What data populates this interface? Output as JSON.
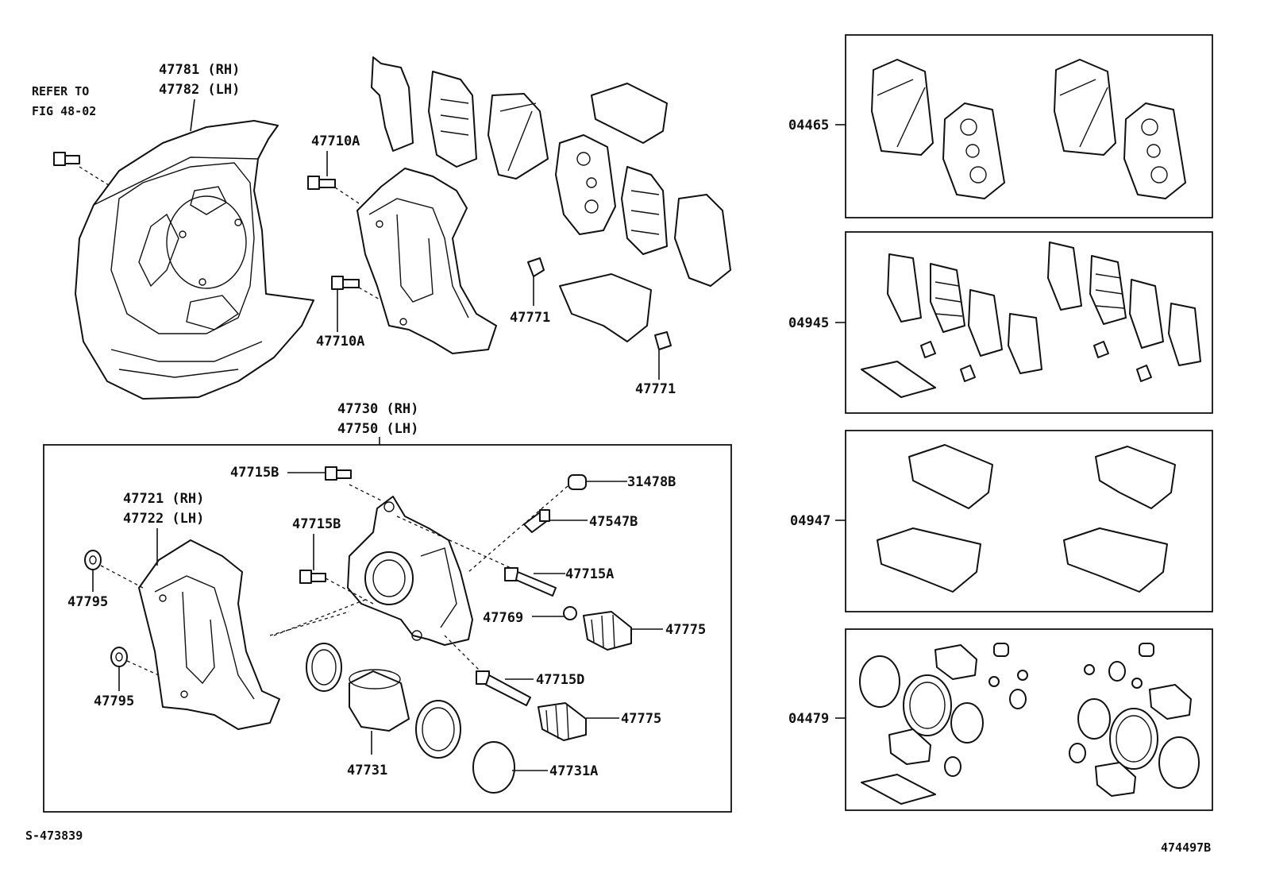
{
  "reference": {
    "line1": "REFER TO",
    "line2": "FIG 48-02"
  },
  "labels": {
    "dust_cover_rh": "47781 (RH)",
    "dust_cover_lh": "47782 (LH)",
    "bolt_47710a_top": "47710A",
    "bolt_47710a_bottom": "47710A",
    "clip_47771_left": "47771",
    "clip_47771_right": "47771",
    "caliper_rh": "47730 (RH)",
    "caliper_lh": "47750 (LH)",
    "bolt_47715b_top": "47715B",
    "bolt_47715b_mid": "47715B",
    "mounting_rh": "47721 (RH)",
    "mounting_lh": "47722 (LH)",
    "washer_47795_top": "47795",
    "washer_47795_bottom": "47795",
    "cap_31478b": "31478B",
    "bleeder_47547b": "47547B",
    "pin_47715a": "47715A",
    "bush_47769": "47769",
    "boot_47775_top": "47775",
    "pin_47715d": "47715D",
    "boot_47775_bottom": "47775",
    "piston_47731": "47731",
    "seal_47731a": "47731A"
  },
  "kits": [
    {
      "id": "04465"
    },
    {
      "id": "04945"
    },
    {
      "id": "04947"
    },
    {
      "id": "04479"
    }
  ],
  "footer": {
    "left_code": "S-473839",
    "right_code": "474497B"
  }
}
